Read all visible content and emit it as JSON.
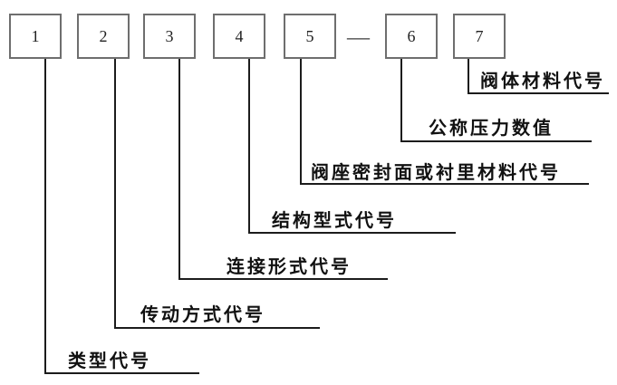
{
  "diagram": {
    "separator": "—",
    "boxes": [
      {
        "number": "1",
        "label": "类型代号"
      },
      {
        "number": "2",
        "label": "传动方式代号"
      },
      {
        "number": "3",
        "label": "连接形式代号"
      },
      {
        "number": "4",
        "label": "结构型式代号"
      },
      {
        "number": "5",
        "label": "阀座密封面或衬里材料代号"
      },
      {
        "number": "6",
        "label": "公称压力数值"
      },
      {
        "number": "7",
        "label": "阀体材料代号"
      }
    ],
    "colors": {
      "background": "#ffffff",
      "line": "#1c1c1c",
      "box_border": "#6e6e6e",
      "text": "#111111"
    }
  }
}
